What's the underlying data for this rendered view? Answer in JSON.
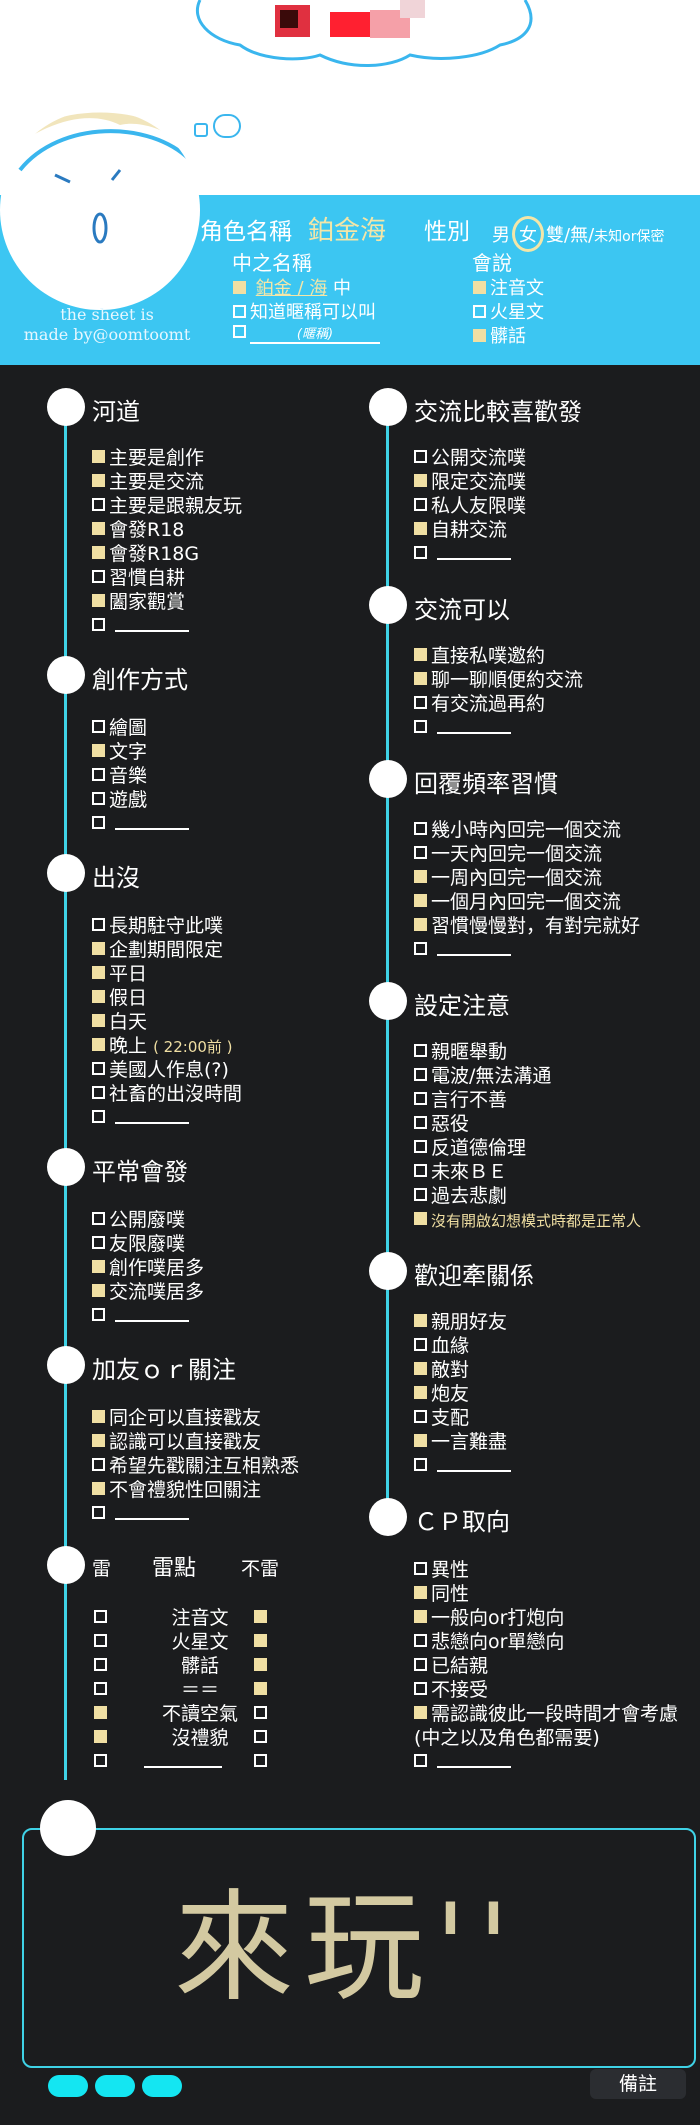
{
  "header": {
    "credit_line1": "the sheet is",
    "credit_line2": "made by@oomtoomt",
    "name_label": "角色名稱",
    "name_value": "鉑金海",
    "gender_label": "性別",
    "gender_male": "男",
    "gender_female": "女",
    "gender_rest": "雙/無/",
    "gender_unknown": "未知or保密",
    "cn_name_label": "中之名稱",
    "cn_name_value": "鉑金 / 海",
    "cn_name_suffix": "中",
    "cn_opt2": "知道暱稱可以叫",
    "cn_opt3": "(暱稱)",
    "lang_label": "會說",
    "lang_opts": [
      "注音文",
      "火星文",
      "髒話"
    ]
  },
  "left": {
    "s1_title": "河道",
    "s1_items": [
      "主要是創作",
      "主要是交流",
      "主要是跟親友玩",
      "會發R18",
      "會發R18G",
      "習慣自耕",
      "闔家觀賞"
    ],
    "s2_title": "創作方式",
    "s2_items": [
      "繪圖",
      "文字",
      "音樂",
      "遊戲"
    ],
    "s3_title": "出沒",
    "s3_items": [
      "長期駐守此噗",
      "企劃期間限定",
      "平日",
      "假日",
      "白天",
      "晚上",
      "美國人作息(?)",
      "社畜的出沒時間"
    ],
    "s3_note": "( 22:00前 )",
    "s4_title": "平常會發",
    "s4_items": [
      "公開廢噗",
      "友限廢噗",
      "創作噗居多",
      "交流噗居多"
    ],
    "s5_title": "加友ｏｒ關注",
    "s5_items": [
      "同企可以直接戳友",
      "認識可以直接戳友",
      "希望先戳關注互相熟悉",
      "不會禮貌性回關注"
    ],
    "s6_title": "雷",
    "s6_mid": "雷點",
    "s6_right": "不雷",
    "s6_items": [
      "注音文",
      "火星文",
      "髒話",
      "＝＝",
      "不讀空氣",
      "沒禮貌"
    ]
  },
  "right": {
    "s1_title": "交流比較喜歡發",
    "s1_items": [
      "公開交流噗",
      "限定交流噗",
      "私人友限噗",
      "自耕交流"
    ],
    "s2_title": "交流可以",
    "s2_items": [
      "直接私噗邀約",
      "聊一聊順便約交流",
      "有交流過再約"
    ],
    "s3_title": "回覆頻率習慣",
    "s3_items": [
      "幾小時內回完一個交流",
      "一天內回完一個交流",
      "一周內回完一個交流",
      "一個月內回完一個交流",
      "習慣慢慢對，有對完就好"
    ],
    "s4_title": "設定注意",
    "s4_items": [
      "親暱舉動",
      "電波/無法溝通",
      "言行不善",
      "惡役",
      "反道德倫理",
      "未來ＢＥ",
      "過去悲劇"
    ],
    "s4_note": "沒有開啟幻想模式時都是正常人",
    "s5_title": "歡迎牽關係",
    "s5_items": [
      "親朋好友",
      "血緣",
      "敵對",
      "炮友",
      "支配",
      "一言難盡"
    ],
    "s6_title": "ＣＰ取向",
    "s6_items": [
      "異性",
      "同性",
      "一般向or打炮向",
      "悲戀向or單戀向",
      "已結親",
      "不接受",
      "需認識彼此一段時間才會考慮"
    ],
    "s6_note": "(中之以及角色都需要)"
  },
  "board": {
    "text": "來玩''"
  },
  "footer": {
    "remark": "備註"
  },
  "colors": {
    "accent": "#3cc6f2",
    "line": "#3fd2e6",
    "check": "#f0dfa3",
    "bg": "#1b1c1e"
  }
}
